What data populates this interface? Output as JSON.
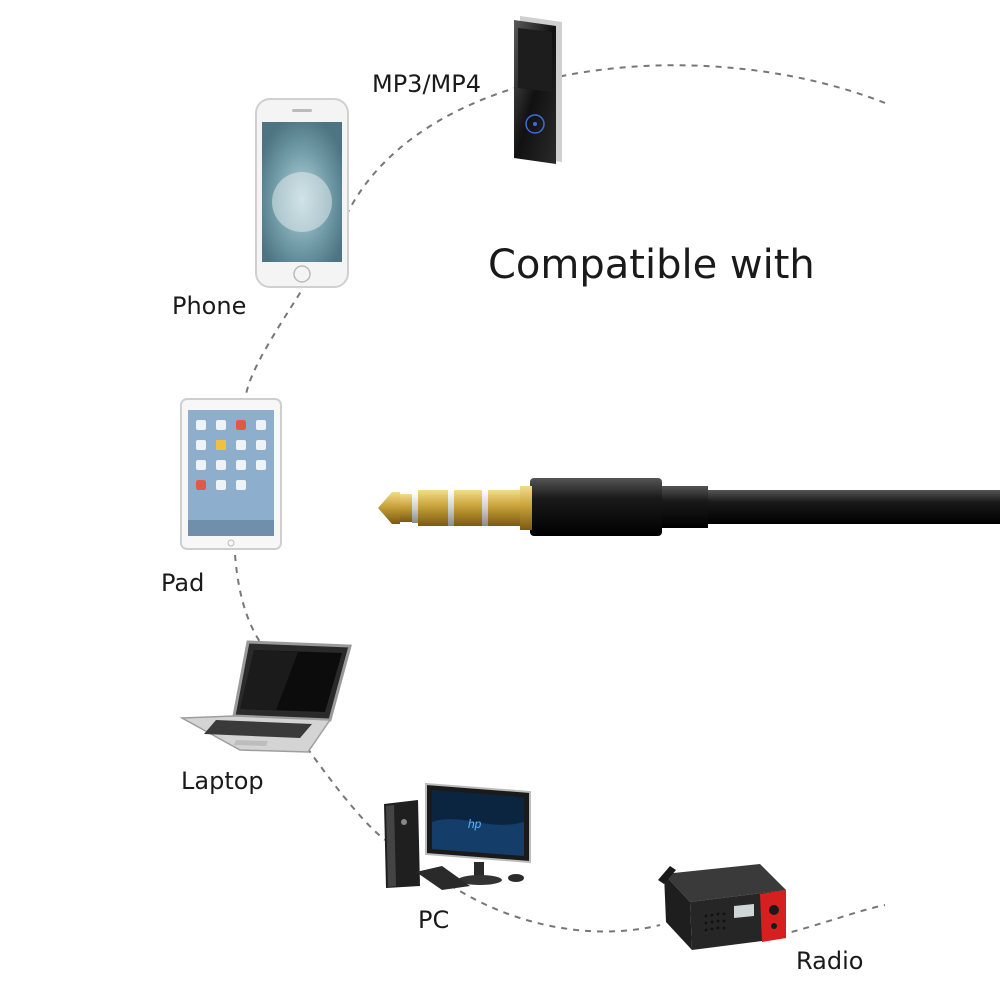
{
  "headline": "Compatible with",
  "devices": {
    "mp3": "MP3/MP4",
    "phone": "Phone",
    "pad": "Pad",
    "laptop": "Laptop",
    "pc": "PC",
    "radio": "Radio"
  },
  "colors": {
    "background": "#ffffff",
    "cable": "#111111",
    "plug_gold": "#c9a23a",
    "ring_silver": "#dcdcdc",
    "radio_red": "#d62020",
    "dashed_path": "#777777"
  }
}
